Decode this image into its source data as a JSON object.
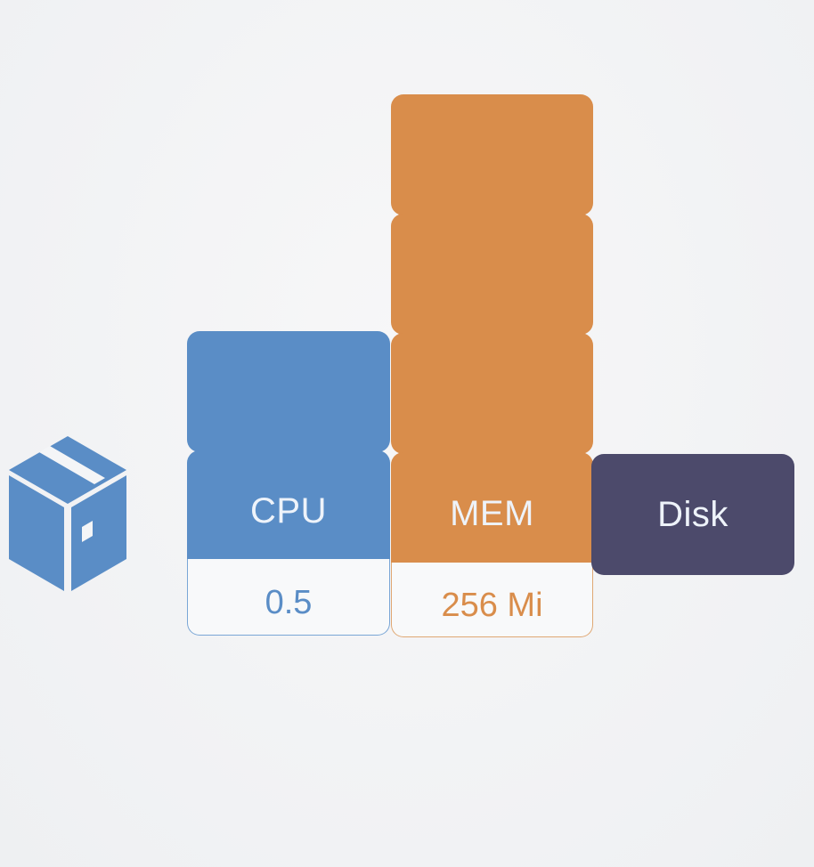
{
  "colors": {
    "cpu": "#5a8dc6",
    "mem": "#d98d4b",
    "disk": "#4c4a6b",
    "background": "#f4f5f7"
  },
  "pod": {
    "icon": "cube-icon"
  },
  "resources": {
    "cpu": {
      "label": "CPU",
      "value": "0.5"
    },
    "mem": {
      "label": "MEM",
      "value": "256 Mi"
    },
    "disk": {
      "label": "Disk"
    }
  }
}
